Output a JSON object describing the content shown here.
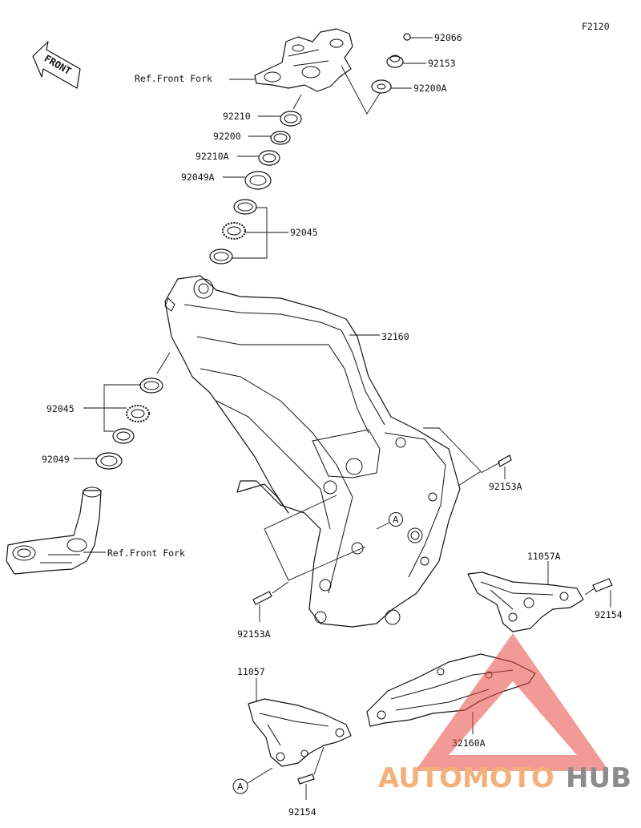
{
  "diagram": {
    "code": "F2120",
    "front_label": "FRONT",
    "parts": {
      "p92066": "92066",
      "p92153": "92153",
      "p92200A": "92200A",
      "p92210": "92210",
      "p92200": "92200",
      "p92210A": "92210A",
      "p92049A": "92049A",
      "p92045_top": "92045",
      "p32160": "32160",
      "p92045_left": "92045",
      "p92049": "92049",
      "p92153A_right": "92153A",
      "p92153A_bottom": "92153A",
      "p11057A": "11057A",
      "p92154_right": "92154",
      "p11057": "11057",
      "p32160A": "32160A",
      "p92154_bottom": "92154"
    },
    "refs": {
      "fork_top": "Ref.Front Fork",
      "fork_bottom": "Ref.Front Fork"
    },
    "callouts": {
      "a_frame": "A",
      "a_bracket": "A"
    }
  },
  "watermark": {
    "word_orange": "AUTOMOTO",
    "word_gray": "HUB",
    "color_orange": "#f4b07a",
    "color_gray": "#8c8c8c",
    "color_triangle": "#e8493f"
  }
}
